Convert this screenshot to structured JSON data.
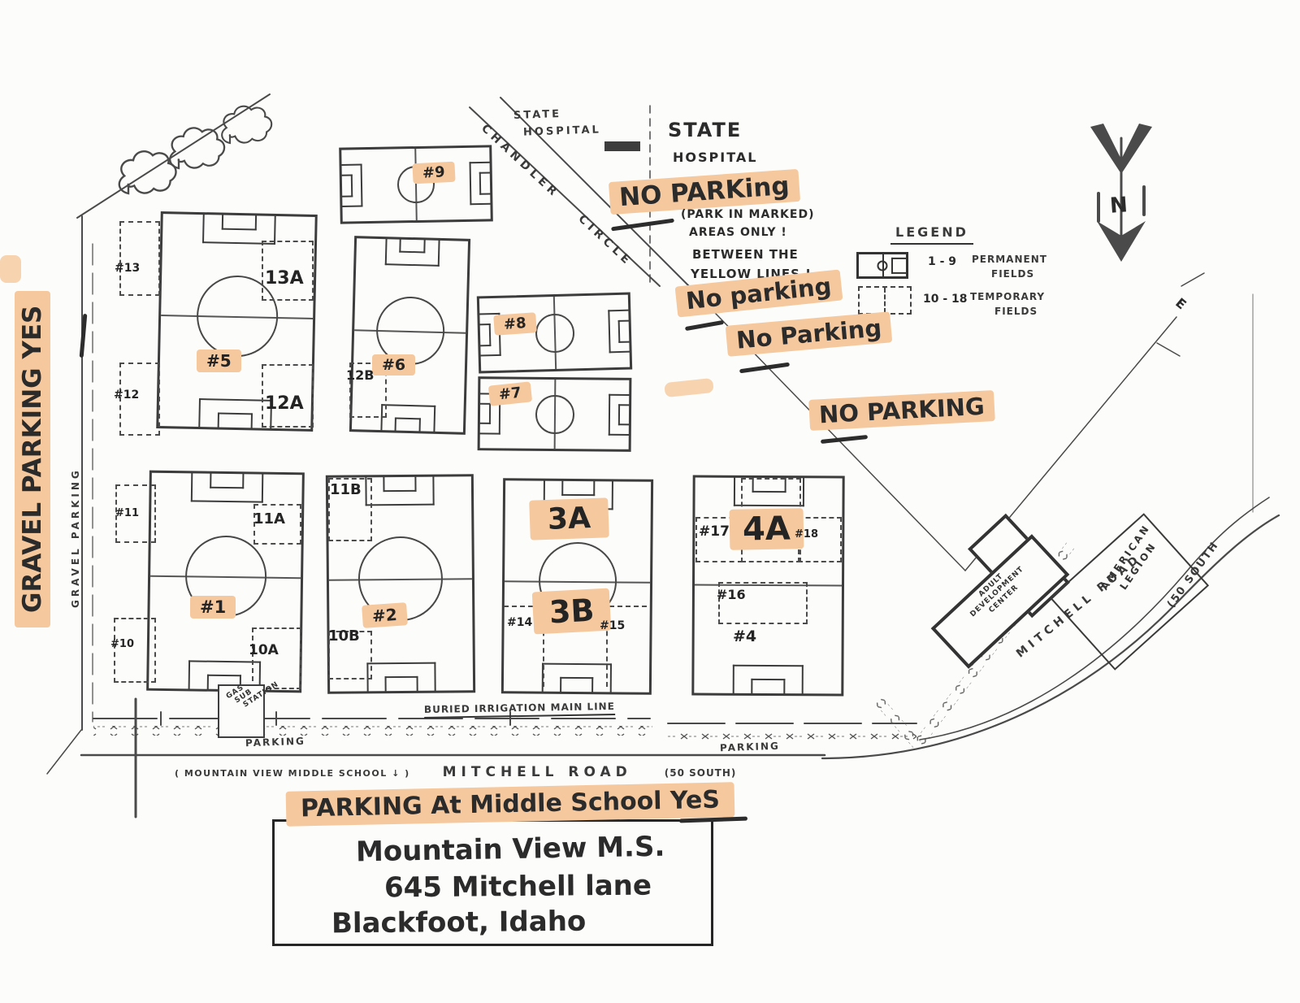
{
  "colors": {
    "ink": "#3a3a3a",
    "highlight": "#f5c89e",
    "paper": "#fcfcfa"
  },
  "top": {
    "state_printed_1": "STATE",
    "state_printed_2": "HOSPITAL",
    "state_hand_1": "STATE",
    "state_hand_2": "HOSPITAL",
    "parking_printed": "PARKING",
    "no_parking_main": "NO PARKing",
    "park_marked_1": "(PARK IN MARKED)",
    "park_marked_2": "AREAS ONLY !",
    "between_1": "BETWEEN THE",
    "between_2": "YELLOW LINES !",
    "no_parking_2": "No parking",
    "no_parking_3": "No Parking",
    "no_parking_4": "NO PARKING"
  },
  "left": {
    "gravel_hl": "GRAVEL PARKING YES",
    "gravel_printed": "GRAVEL PARKING"
  },
  "roads": {
    "chandler": "CHANDLER CIRCLE",
    "east": "E",
    "school_note": "( MOUNTAIN VIEW MIDDLE SCHOOL ↓ )",
    "mitchell_name": "MITCHELL ROAD",
    "mitchell_south": "(50 SOUTH)",
    "curve_name": "MITCHELL ROAD",
    "curve_south": "(50 SOUTH"
  },
  "legend": {
    "title": "LEGEND",
    "items": [
      {
        "range": "1 - 9",
        "line1": "PERMANENT",
        "line2": "FIELDS"
      },
      {
        "range": "10 - 18",
        "line1": "TEMPORARY",
        "line2": "FIELDS"
      }
    ]
  },
  "compass": {
    "n": "N"
  },
  "fields": {
    "f9": "#9",
    "f5": "#5",
    "f6": "#6",
    "f8": "#8",
    "f7": "#7",
    "f1": "#1",
    "f2": "#2",
    "f3a": "3A",
    "f3b": "3B",
    "f4": "#4",
    "f4a": "4A",
    "f13": "#13",
    "f13a": "13A",
    "f12": "#12",
    "f12a": "12A",
    "f12b": "12B",
    "f11": "#11",
    "f11a": "11A",
    "f10": "#10",
    "f10a": "10A",
    "f11b": "11B",
    "f10b": "10B",
    "f14": "#14",
    "f15": "#15",
    "f16": "#16",
    "f17": "#17",
    "f18": "#18"
  },
  "bottom": {
    "gas_1": "GAS",
    "gas_2": "SUB",
    "gas_3": "STATION",
    "irrigation": "BURIED IRRIGATION MAIN LINE",
    "parking_left": "PARKING",
    "parking_right": "PARKING",
    "parking_ms": "PARKING At Middle School YeS",
    "addr_1": "Mountain View M.S.",
    "addr_2": "645 Mitchell lane",
    "addr_3": "Blackfoot, Idaho"
  },
  "buildings": {
    "adc_1": "ADULT",
    "adc_2": "DEVELOPMENT",
    "adc_3": "CENTER",
    "legion_1": "AMERICAN",
    "legion_2": "LEGION"
  }
}
